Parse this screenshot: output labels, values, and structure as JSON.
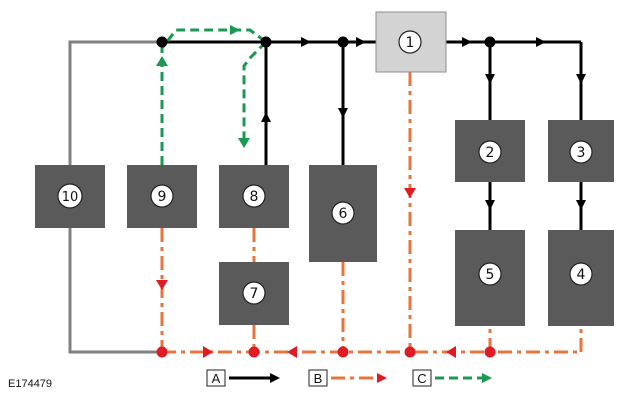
{
  "diagram": {
    "reference": "E174479",
    "components": {
      "c1": "1",
      "c2": "2",
      "c3": "3",
      "c4": "4",
      "c5": "5",
      "c6": "6",
      "c7": "7",
      "c8": "8",
      "c9": "9",
      "c10": "10"
    },
    "legend": {
      "a": "A",
      "b": "B",
      "c": "C"
    },
    "colors": {
      "box": "#5a5a5a",
      "box_highlight": "#d3d3d3",
      "line_a": "#000000",
      "line_b": "#e8743b",
      "line_c": "#1a9a50",
      "return_line": "#808080",
      "node_b": "#e01b24"
    }
  }
}
